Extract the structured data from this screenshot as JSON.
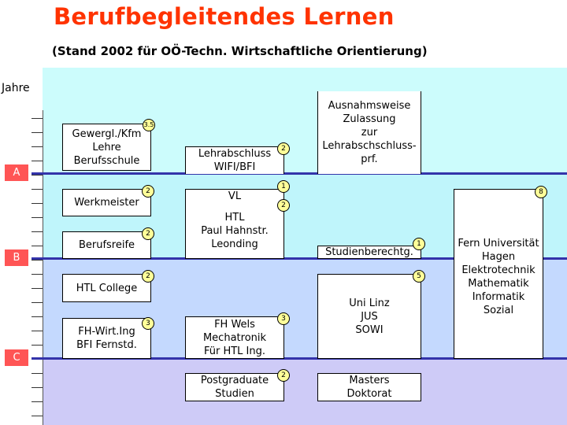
{
  "title": "Berufbegleitendes Lernen",
  "subtitle": "(Stand 2002 für OÖ-Techn. Wirtschaftliche Orientierung)",
  "axis_label": "Jahre",
  "markers": [
    "A",
    "B",
    "C"
  ],
  "boxes": {
    "gewerbl": "Gewergl./Kfm\nLehre\nBerufsschule",
    "lehrabschluss": "Lehrabschluss\nWIFI/BFI",
    "ausnahme": "Ausnahmsweise\nZulassung\nzur\nLehrabschschluss-\nprf.",
    "werkmeister": "Werkmeister",
    "vl": "VL",
    "htl_leonding": "HTL\nPaul Hahnstr.\nLeonding",
    "berufsreife": "Berufsreife",
    "studienberechtg": "Studienberechtg.",
    "fern_uni": "Fern Universität\nHagen\nElektrotechnik\nMathematik\nInformatik\nSozial",
    "htl_college": "HTL College",
    "uni_linz": "Uni Linz\nJUS\nSOWI",
    "fh_wirt": "FH-Wirt.Ing\nBFI Fernstd.",
    "fh_wels": "FH Wels\nMechatronik\nFür HTL Ing.",
    "postgraduate": "Postgraduate\nStudien",
    "masters": "Masters\nDoktorat"
  },
  "badges": {
    "gewerbl": "3.5",
    "lehrabschluss": "2",
    "werkmeister": "2",
    "vl": "1",
    "htl_leonding": "2",
    "berufsreife": "2",
    "studienberechtg": "1",
    "fern_uni": "8",
    "htl_college": "2",
    "uni_linz": "5",
    "fh_wirt": "3",
    "fh_wels": "3",
    "postgraduate": "2"
  },
  "colors": {
    "title": "#ff3300",
    "band_top": "#ccfcfc",
    "band_mid": "#bff5fb",
    "band_blue": "#c4d9fe",
    "band_bottom": "#cecbf7",
    "line": "#3333aa",
    "marker": "#ff5555",
    "badge": "#ffff99"
  }
}
